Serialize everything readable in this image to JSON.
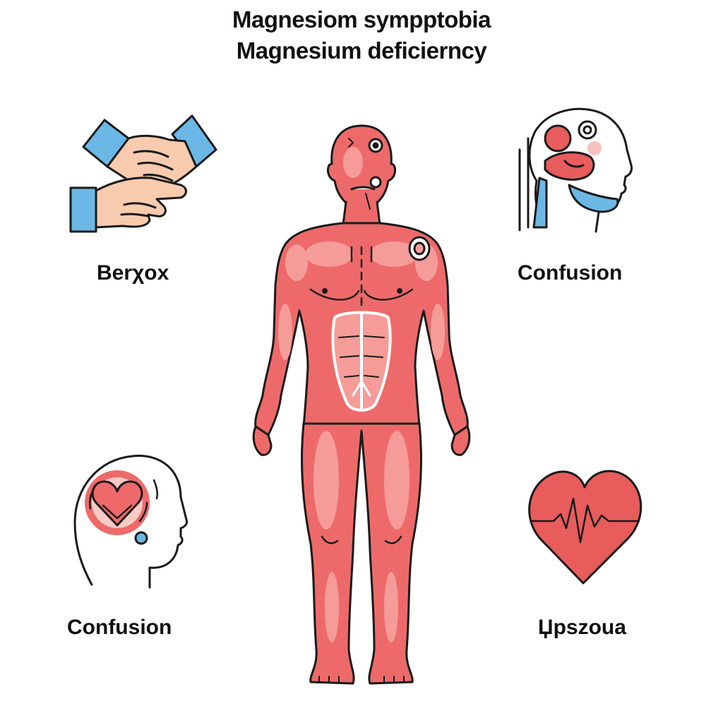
{
  "title": {
    "line1": "Magnesiom sympptobia",
    "line2": "Magnesium deficierncy"
  },
  "labels": {
    "top_left": "Berχox",
    "top_right": "Confusion",
    "bottom_left": "Confusion",
    "bottom_right": "Џpszoua"
  },
  "colors": {
    "body_red": "#ee6a6a",
    "body_light": "#f59c98",
    "outline": "#1a1a1a",
    "skin": "#f8cbae",
    "cuff_blue": "#6bb8e6",
    "heart_red": "#e85c5c"
  },
  "icons": {
    "top_left": "hands-icon",
    "top_right": "head-brain-icon",
    "bottom_left": "head-heart-icon",
    "bottom_right": "heart-ecg-icon",
    "center": "human-muscle-figure"
  }
}
